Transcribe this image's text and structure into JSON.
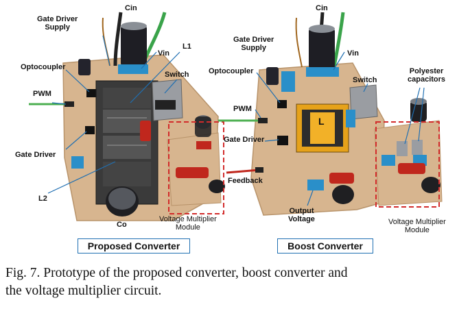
{
  "labels": {
    "left": {
      "cin": "Cin",
      "gate_driver_supply": [
        "Gate Driver",
        "Supply"
      ],
      "optocoupler": "Optocoupler",
      "pwm": "PWM",
      "gate_driver": "Gate Driver",
      "vin": "Vin",
      "l1": "L1",
      "switch": "Switch",
      "l2": "L2",
      "co": "Co",
      "voltage_multiplier": [
        "Voltage Multiplier",
        "Module"
      ],
      "title": "Proposed Converter"
    },
    "right": {
      "cin": "Cin",
      "gate_driver_supply": [
        "Gate Driver",
        "Supply"
      ],
      "optocoupler": "Optocoupler",
      "pwm": "PWM",
      "gate_driver": "Gate Driver",
      "vin": "Vin",
      "switch": "Switch",
      "inductor": "L",
      "feedback": "Feedback",
      "output_voltage": [
        "Output",
        "Voltage"
      ],
      "polyester": [
        "Polyester",
        "capacitors"
      ],
      "voltage_multiplier": [
        "Voltage Multiplier",
        "Module"
      ],
      "title": "Boost Converter"
    }
  },
  "caption": {
    "line1": "Fig. 7. Prototype of the proposed converter, boost converter and",
    "line2": "the voltage multiplier circuit."
  },
  "colors": {
    "board": "#d7b58f",
    "dashed_box": "#d22b2b",
    "title_box_border": "#1f6fb2",
    "terminal_blue": "#2a8fc9",
    "capacitor_red": "#c0271d"
  }
}
